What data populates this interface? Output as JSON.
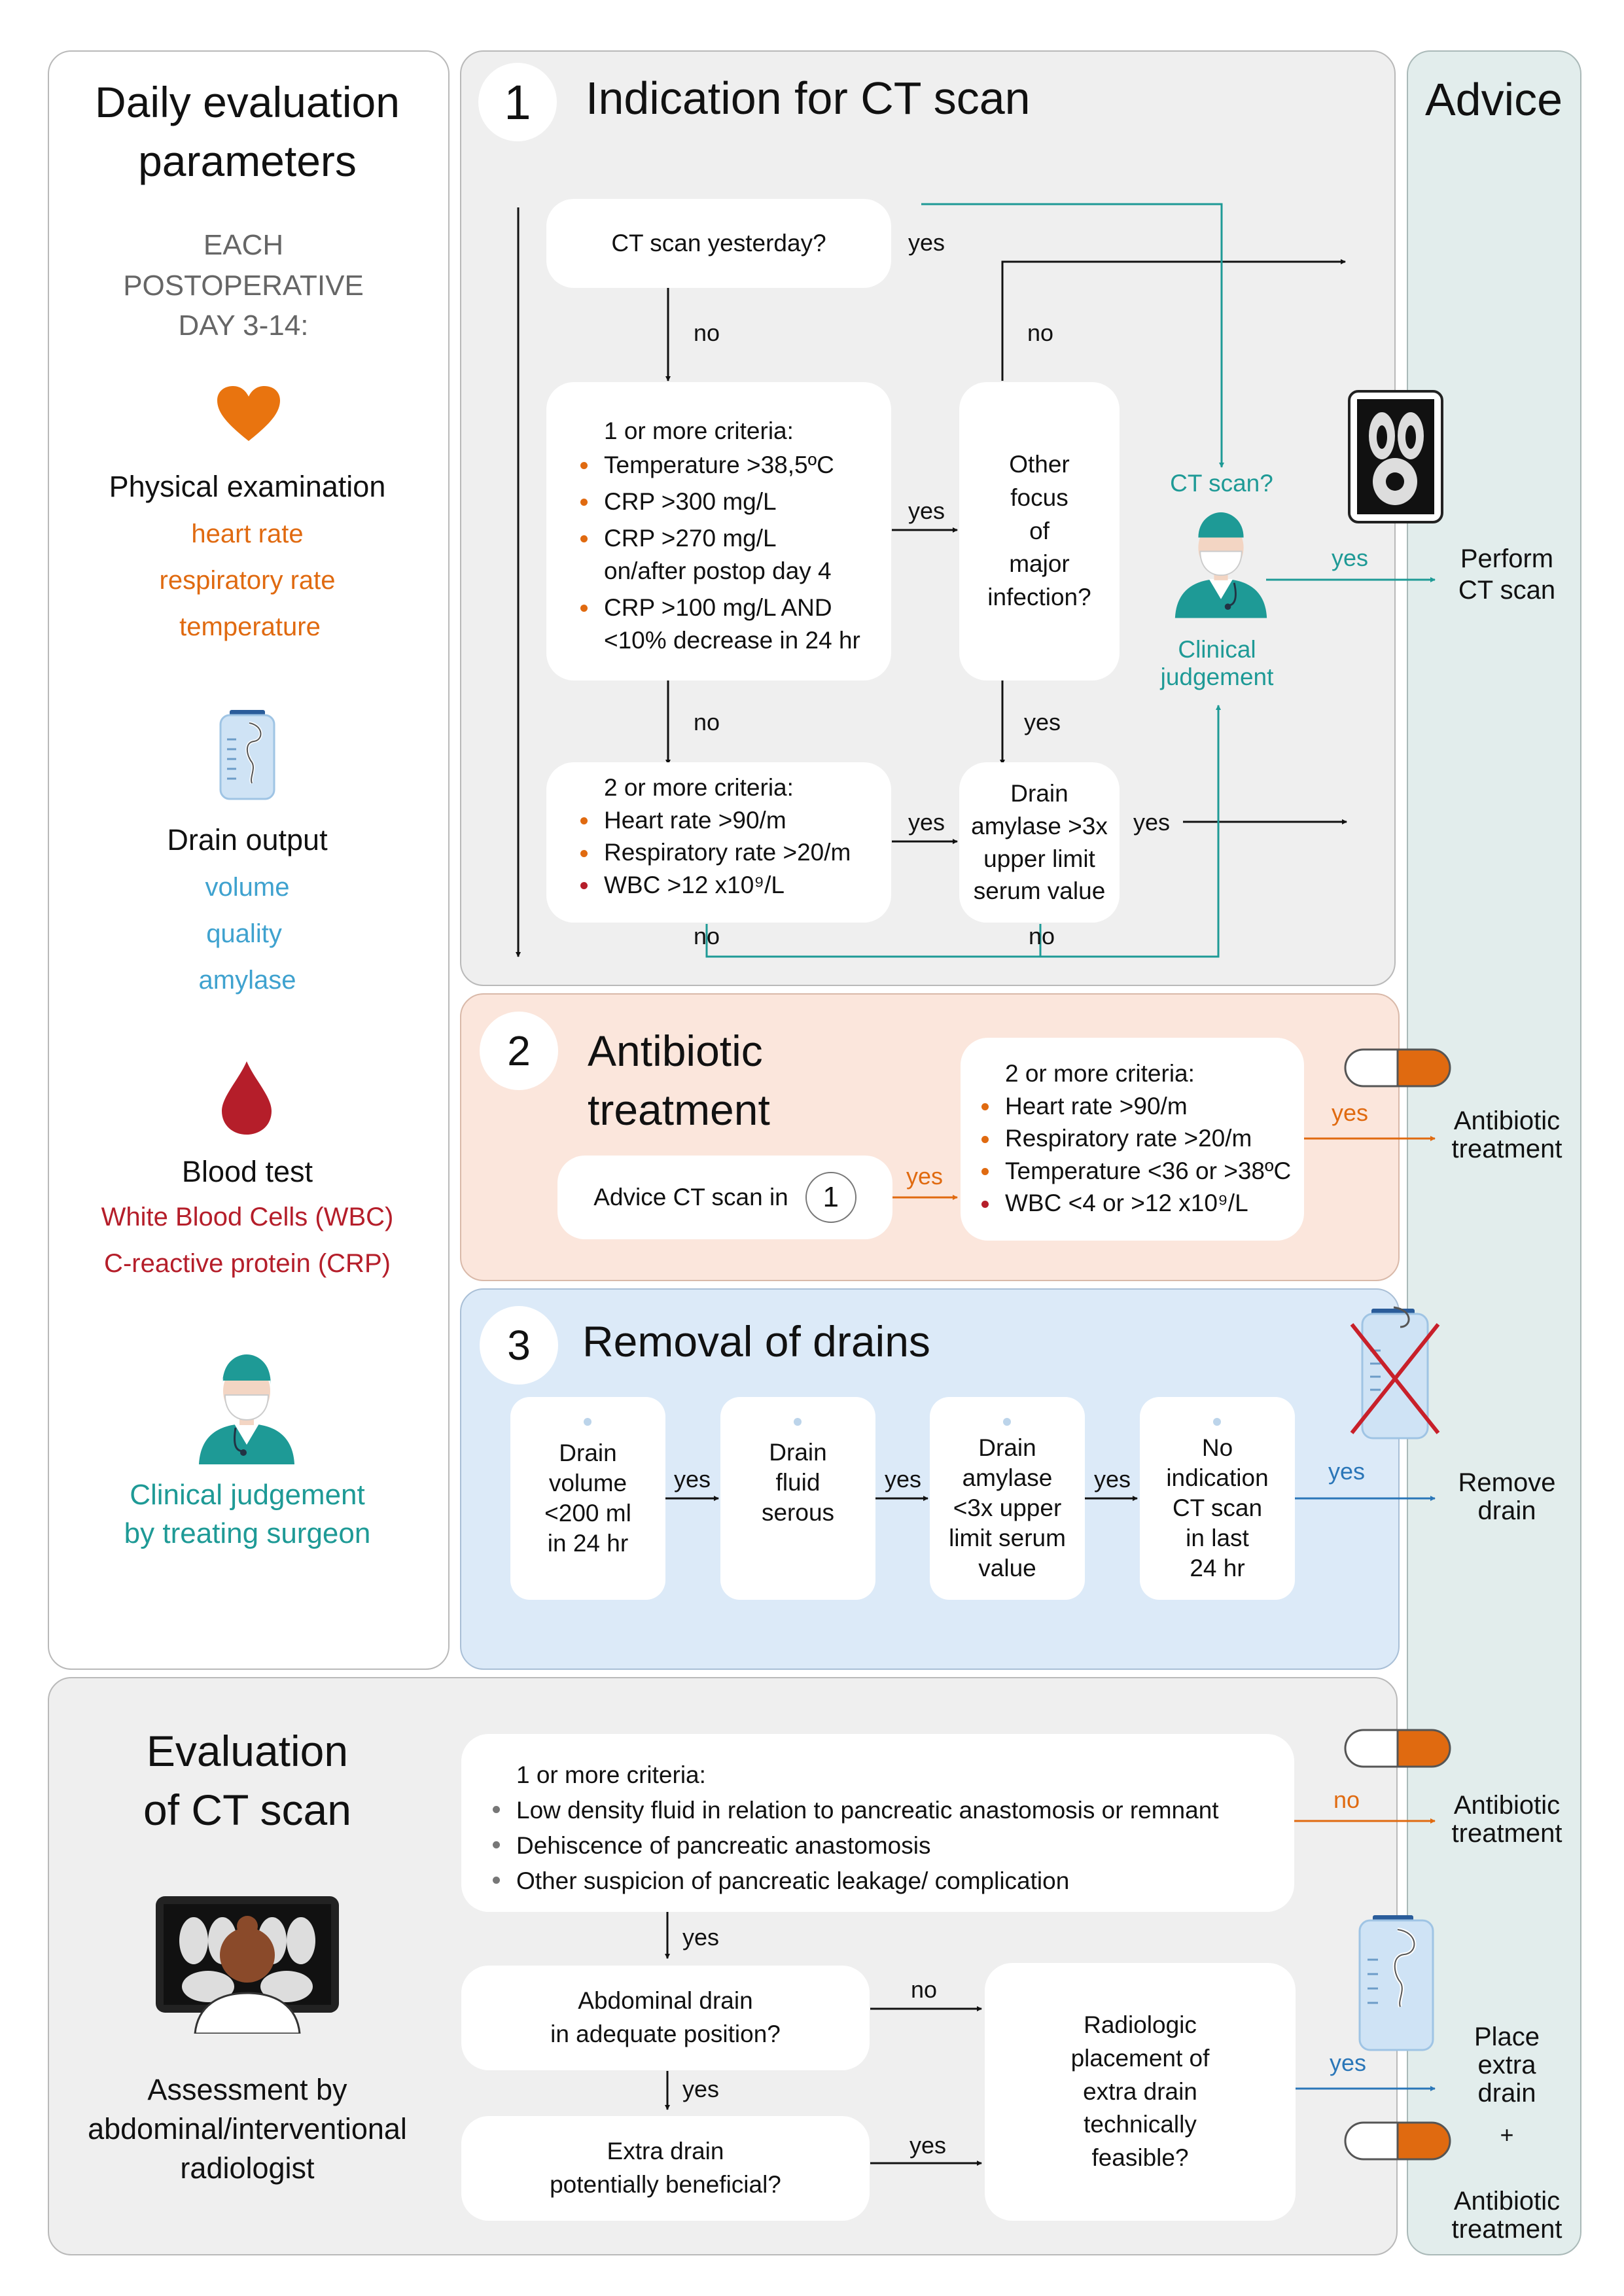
{
  "colors": {
    "orange": "#e06a10",
    "teal": "#1e9a96",
    "blue": "#3fa2cf",
    "red": "#b51e2a",
    "flow_blue": "#2a76b8",
    "gray_panel": "#efefef",
    "advice_panel": "#e2edec",
    "antibiotic_panel": "#fbe6dc",
    "drain_panel": "#dceaf8"
  },
  "left": {
    "title": "Daily evaluation\nparameters",
    "subtitle": "EACH\nPOSTOPERATIVE\nDAY 3-14:",
    "physical": {
      "icon": "heart-icon",
      "title": "Physical examination",
      "items": [
        "heart rate",
        "respiratory rate",
        "temperature"
      ]
    },
    "drain": {
      "icon": "drain-bag-icon",
      "title": "Drain output",
      "items": [
        "volume",
        "quality",
        "amylase"
      ]
    },
    "blood": {
      "icon": "blood-drop-icon",
      "title": "Blood test",
      "items": [
        "White Blood Cells (WBC)",
        "C-reactive protein (CRP)"
      ]
    },
    "surgeon": {
      "icon": "surgeon-icon",
      "text": "Clinical judgement\nby treating surgeon"
    }
  },
  "advice": {
    "title": "Advice",
    "perform_ct": "Perform\nCT scan",
    "antibiotic": "Antibiotic\ntreatment",
    "remove_drain": "Remove\ndrain",
    "place_drain": "Place\nextra\ndrain",
    "plus": "+"
  },
  "section1": {
    "number": "1",
    "title": "Indication for CT scan",
    "ct_yesterday": "CT scan yesterday?",
    "criteria1": {
      "heading": "1 or more criteria:",
      "items": [
        "Temperature >38,5ºC",
        "CRP >300 mg/L",
        "CRP >270 mg/L\non/after postop day 4",
        "CRP >100 mg/L AND\n<10% decrease in 24 hr"
      ]
    },
    "other_focus": "Other\nfocus\nof\nmajor\ninfection?",
    "criteria2": {
      "heading": "2 or more criteria:",
      "items": [
        "Heart rate >90/m",
        "Respiratory rate >20/m",
        "WBC >12 x10⁹/L"
      ]
    },
    "drain_amylase": "Drain\namylase >3x\nupper limit\nserum value",
    "ct_question": "CT scan?",
    "clinical_judgement": "Clinical\njudgement",
    "labels": {
      "yes": "yes",
      "no": "no"
    }
  },
  "section2": {
    "number": "2",
    "title": "Antibiotic\ntreatment",
    "advice_ct": "Advice CT scan in",
    "advice_ct_ref": "1",
    "criteria": {
      "heading": "2 or more criteria:",
      "items": [
        "Heart rate >90/m",
        "Respiratory rate >20/m",
        "Temperature <36 or >38ºC",
        "WBC <4 or >12 x10⁹/L"
      ]
    }
  },
  "section3": {
    "number": "3",
    "title": "Removal of drains",
    "steps": [
      "Drain\nvolume\n<200 ml\nin 24 hr",
      "Drain\nfluid\nserous",
      "Drain\namylase\n<3x upper\nlimit serum\nvalue",
      "No\nindication\nCT scan\nin last\n24 hr"
    ]
  },
  "ct_eval": {
    "title": "Evaluation\nof CT scan",
    "assessor": "Assessment by\nabdominal/interventional\nradiologist",
    "criteria": {
      "heading": "1 or more criteria:",
      "items": [
        "Low density fluid in relation to pancreatic anastomosis or remnant",
        "Dehiscence of pancreatic anastomosis",
        "Other suspicion of pancreatic leakage/ complication"
      ]
    },
    "drain_position": "Abdominal drain\nin adequate position?",
    "extra_drain": "Extra drain\npotentially beneficial?",
    "radiologic": "Radiologic\nplacement of\nextra drain\ntechnically\nfeasible?"
  }
}
